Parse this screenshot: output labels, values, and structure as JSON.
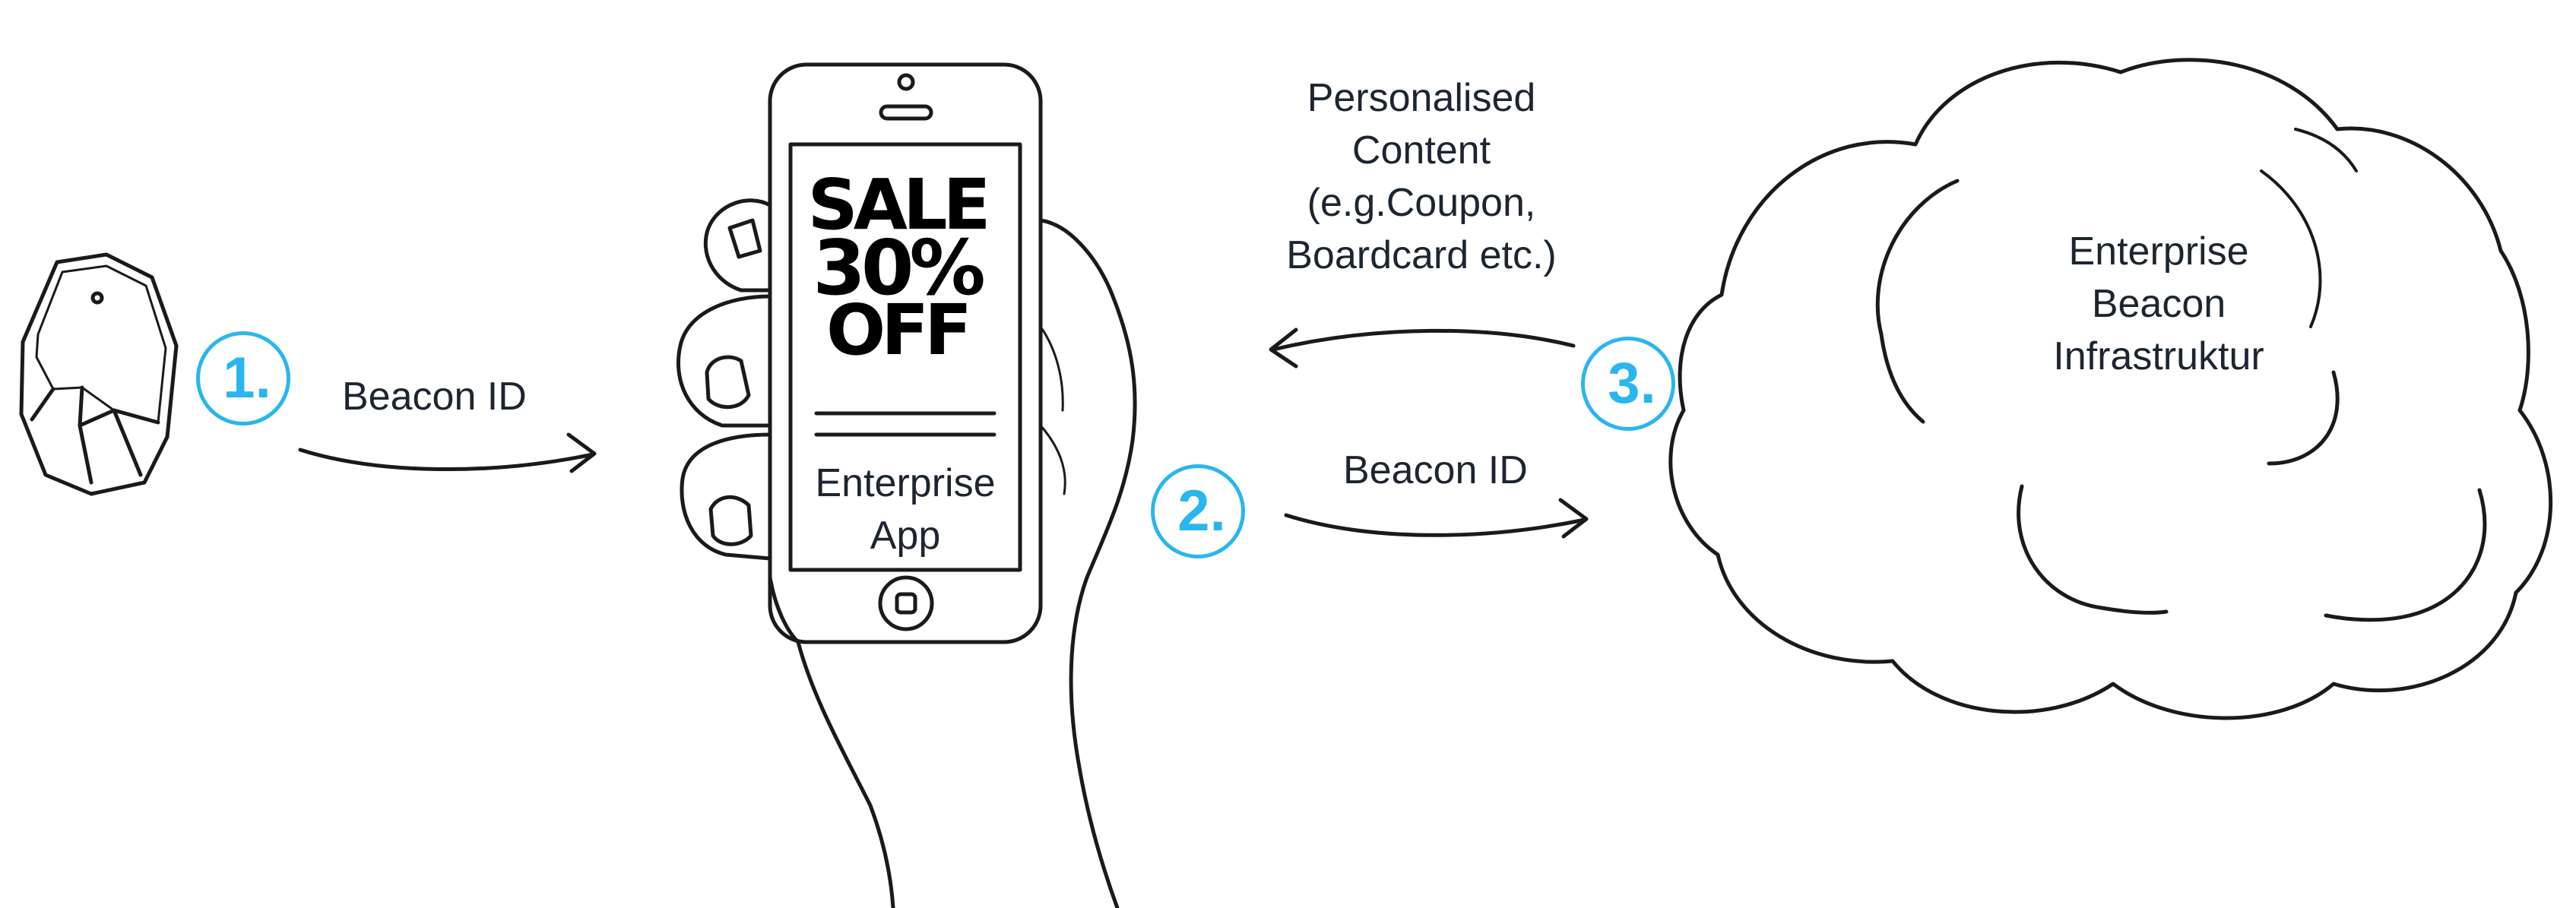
{
  "steps": [
    {
      "number": "1."
    },
    {
      "number": "2."
    },
    {
      "number": "3."
    }
  ],
  "labels": {
    "beacon_id_1": "Beacon ID",
    "beacon_id_2": "Beacon ID",
    "personalised_content": [
      "Personalised",
      "Content",
      "(e.g.Coupon,",
      "Boardcard etc.)"
    ],
    "enterprise_app": [
      "Enterprise",
      "App"
    ],
    "enterprise_beacon_infrastructure": [
      "Enterprise",
      "Beacon",
      "Infrastruktur"
    ]
  },
  "phone_screen": {
    "sale_text": [
      "SALE",
      "30%",
      "OFF"
    ]
  },
  "colors": {
    "accent": "#29b6ee",
    "text": "#1c2530",
    "line": "#1a1a1a"
  },
  "icons": [
    "beacon-icon",
    "hand-holding-phone-icon",
    "cloud-icon",
    "arrow-right-icon",
    "arrow-left-icon"
  ]
}
